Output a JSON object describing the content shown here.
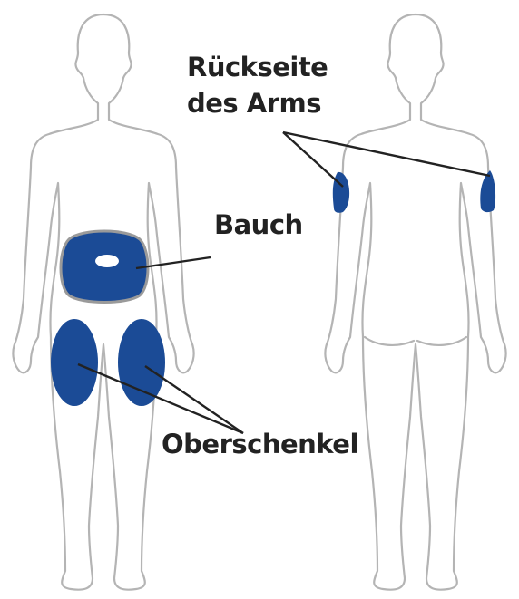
{
  "labels": {
    "arm_line1": "Rückseite",
    "arm_line2": "des Arms",
    "abdomen": "Bauch",
    "thigh": "Oberschenkel"
  },
  "colors": {
    "injection_area": "#1b4b96",
    "body_outline": "#b4b4b4",
    "text": "#222222"
  },
  "figures": [
    "front-view",
    "back-view"
  ]
}
